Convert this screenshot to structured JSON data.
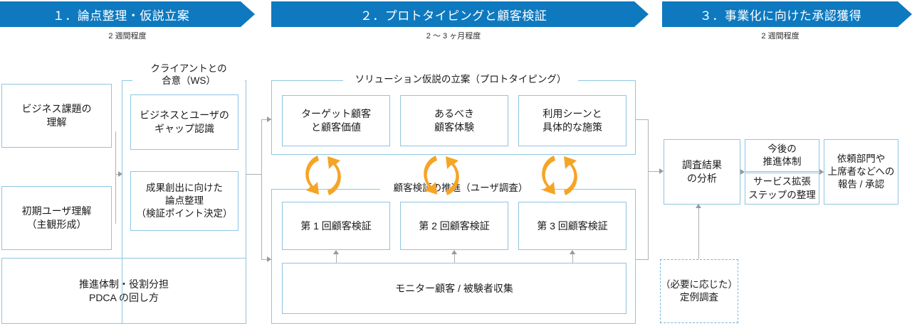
{
  "phases": [
    {
      "title": "１．論点整理・仮説立案",
      "duration": "2 週間程度"
    },
    {
      "title": "２．プロトタイピングと顧客検証",
      "duration": "2 〜 3 ヶ月程度"
    },
    {
      "title": "３．事業化に向けた承認獲得",
      "duration": "2 週間程度"
    }
  ],
  "phase1": {
    "boxes": [
      {
        "label": "ビジネス課題の\n理解"
      },
      {
        "label": "初期ユーザ理解\n（主観形成）"
      },
      {
        "label": "推進体制・役割分担\nPDCA の回し方"
      }
    ],
    "ws_group": {
      "label": "クライアントとの\n合意（WS）",
      "boxes": [
        {
          "label": "ビジネスとユーザの\nギャップ認識"
        },
        {
          "label": "成果創出に向けた\n論点整理\n（検証ポイント決定）"
        }
      ]
    }
  },
  "phase2": {
    "solution_group": {
      "label": "ソリューション仮説の立案（プロトタイピング）",
      "boxes": [
        {
          "label": "ターゲット顧客\nと顧客価値"
        },
        {
          "label": "あるべき\n顧客体験"
        },
        {
          "label": "利用シーンと\n具体的な施策"
        }
      ]
    },
    "validation_group": {
      "label": "顧客検証の推進（ユーザ調査）",
      "boxes": [
        {
          "label": "第 1 回顧客検証"
        },
        {
          "label": "第 2 回顧客検証"
        },
        {
          "label": "第 3 回顧客検証"
        }
      ],
      "wide_box": {
        "label": "モニター顧客 / 被験者収集"
      }
    },
    "cycle_icons": [
      {
        "name": "cycle-arrows-icon-1"
      },
      {
        "name": "cycle-arrows-icon-2"
      },
      {
        "name": "cycle-arrows-icon-3"
      }
    ]
  },
  "phase3": {
    "boxes": [
      {
        "label": "調査結果\nの分析"
      },
      {
        "label": "今後の\n推進体制"
      },
      {
        "label": "サービス拡張\nステップの整理"
      },
      {
        "label": "依頼部門や\n上席者などへの\n報告 / 承認"
      }
    ],
    "optional_box": {
      "label": "（必要に応じた）\n定例調査"
    }
  },
  "colors": {
    "banner_blue": "#0e79bf",
    "box_border": "#8ec5e2",
    "cycle_orange": "#f6a426",
    "connector_gray": "#b0b0b0"
  }
}
